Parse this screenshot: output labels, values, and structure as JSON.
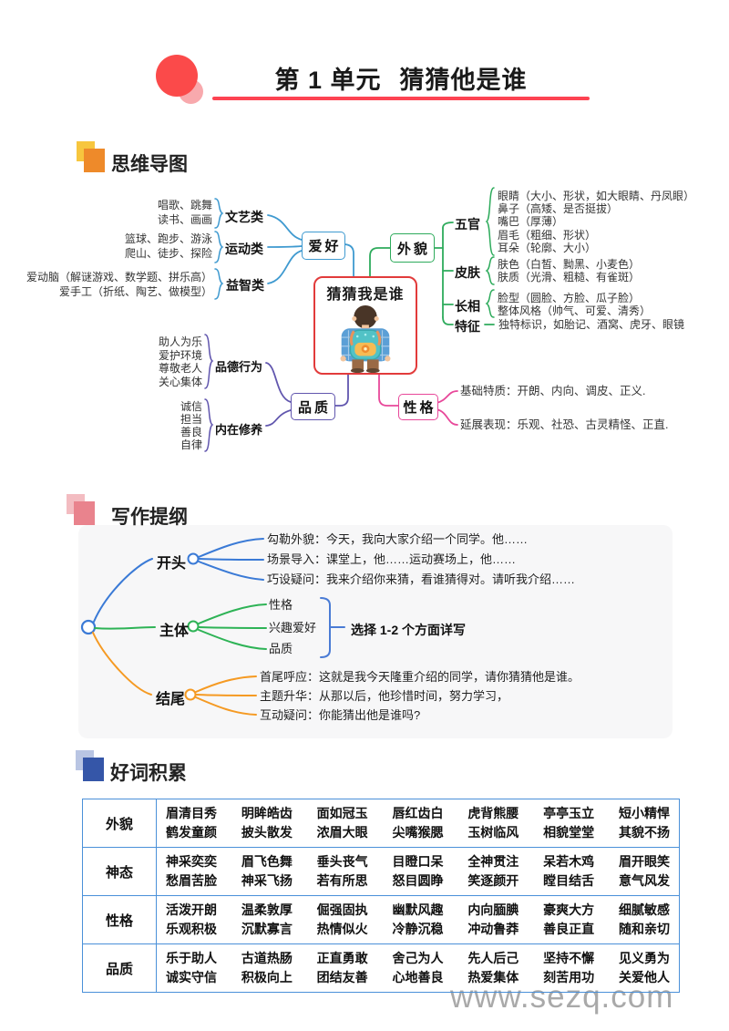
{
  "header": {
    "unit": "第 1 单元",
    "title": "猜猜他是谁"
  },
  "sections": {
    "mindmap": "思维导图",
    "outline": "写作提纲",
    "words": "好词积累"
  },
  "mindmap": {
    "center": "猜猜我是谁",
    "hobby": {
      "label": "爱好",
      "groups": [
        {
          "label": "文艺类",
          "items": [
            "唱歌、跳舞",
            "读书、画画"
          ]
        },
        {
          "label": "运动类",
          "items": [
            "篮球、跑步、游泳",
            "爬山、徒步、探险"
          ]
        },
        {
          "label": "益智类",
          "items": [
            "爱动脑（解谜游戏、数学题、拼乐高）",
            "爱手工（折纸、陶艺、做模型）"
          ]
        }
      ]
    },
    "appearance": {
      "label": "外貌",
      "groups": [
        {
          "label": "五官",
          "items": [
            "眼睛（大小、形状，如大眼睛、丹凤眼）",
            "鼻子（高矮、是否挺拔）",
            "嘴巴（厚薄）",
            "眉毛（粗细、形状）",
            "耳朵（轮廓、大小）"
          ]
        },
        {
          "label": "皮肤",
          "items": [
            "肤色（白皙、黝黑、小麦色）",
            "肤质（光滑、粗糙、有雀斑）"
          ]
        },
        {
          "label": "长相",
          "items": [
            "脸型（圆脸、方脸、瓜子脸）",
            "整体风格（帅气、可爱、清秀）"
          ]
        },
        {
          "label": "特征",
          "items": [
            "独特标识，如胎记、酒窝、虎牙、眼镜"
          ]
        }
      ]
    },
    "quality": {
      "label": "品质",
      "groups": [
        {
          "label": "品德行为",
          "items": [
            "助人为乐",
            "爱护环境",
            "尊敬老人",
            "关心集体"
          ]
        },
        {
          "label": "内在修养",
          "items": [
            "诚信",
            "担当",
            "善良",
            "自律"
          ]
        }
      ]
    },
    "personality": {
      "label": "性格",
      "items": [
        "基础特质：开朗、内向、调皮、正义.",
        "延展表现：乐观、社恐、古灵精怪、正直."
      ]
    }
  },
  "outline": {
    "beginning": {
      "label": "开头",
      "items": [
        "勾勒外貌：今天，我向大家介绍一个同学。他……",
        "场景导入：课堂上，他……运动赛场上，他……",
        "巧设疑问：我来介绍你来猜，看谁猜得对。请听我介绍……"
      ]
    },
    "body": {
      "label": "主体",
      "items": [
        "性格",
        "兴趣爱好",
        "品质"
      ],
      "note": "选择 1-2 个方面详写"
    },
    "ending": {
      "label": "结尾",
      "items": [
        "首尾呼应：这就是我今天隆重介绍的同学，请你猜猜他是谁。",
        "主题升华：从那以后，他珍惜时间，努力学习，",
        "互动疑问：你能猜出他是谁吗?"
      ]
    }
  },
  "words": {
    "rows": [
      {
        "label": "外貌",
        "top": [
          "眉清目秀",
          "明眸皓齿",
          "面如冠玉",
          "唇红齿白",
          "虎背熊腰",
          "亭亭玉立",
          "短小精悍"
        ],
        "bottom": [
          "鹤发童颜",
          "披头散发",
          "浓眉大眼",
          "尖嘴猴腮",
          "玉树临风",
          "相貌堂堂",
          "其貌不扬"
        ]
      },
      {
        "label": "神态",
        "top": [
          "神采奕奕",
          "眉飞色舞",
          "垂头丧气",
          "目瞪口呆",
          "全神贯注",
          "呆若木鸡",
          "眉开眼笑"
        ],
        "bottom": [
          "愁眉苦脸",
          "神采飞扬",
          "若有所思",
          "怒目圆睁",
          "笑逐颜开",
          "瞠目结舌",
          "意气风发"
        ]
      },
      {
        "label": "性格",
        "top": [
          "活泼开朗",
          "温柔敦厚",
          "倔强固执",
          "幽默风趣",
          "内向腼腆",
          "豪爽大方",
          "细腻敏感"
        ],
        "bottom": [
          "乐观积极",
          "沉默寡言",
          "热情似火",
          "冷静沉稳",
          "冲动鲁莽",
          "善良正直",
          "随和亲切"
        ]
      },
      {
        "label": "品质",
        "top": [
          "乐于助人",
          "古道热肠",
          "正直勇敢",
          "舍己为人",
          "先人后己",
          "坚持不懈",
          "见义勇为"
        ],
        "bottom": [
          "诚实守信",
          "积极向上",
          "团结友善",
          "心地善良",
          "热爱集体",
          "刻苦用功",
          "关爱他人"
        ]
      }
    ]
  },
  "watermark": "www.sezq.com",
  "colors": {
    "accent_red": "#fb4a4a",
    "title_underline": "#fd4352",
    "hobby_blue": "#3f9ad0",
    "appearance_green": "#2eab5c",
    "quality_purple": "#6156ae",
    "personality_pink": "#e8489a",
    "outline_blue": "#3a7ad6",
    "outline_green": "#2eb356",
    "outline_orange": "#f59a23",
    "table_border": "#4a90d9",
    "mindmap_icon_orange": "#ee8a2a",
    "outline_icon_pink": "#e9838d",
    "words_icon_blue": "#3556a8"
  }
}
